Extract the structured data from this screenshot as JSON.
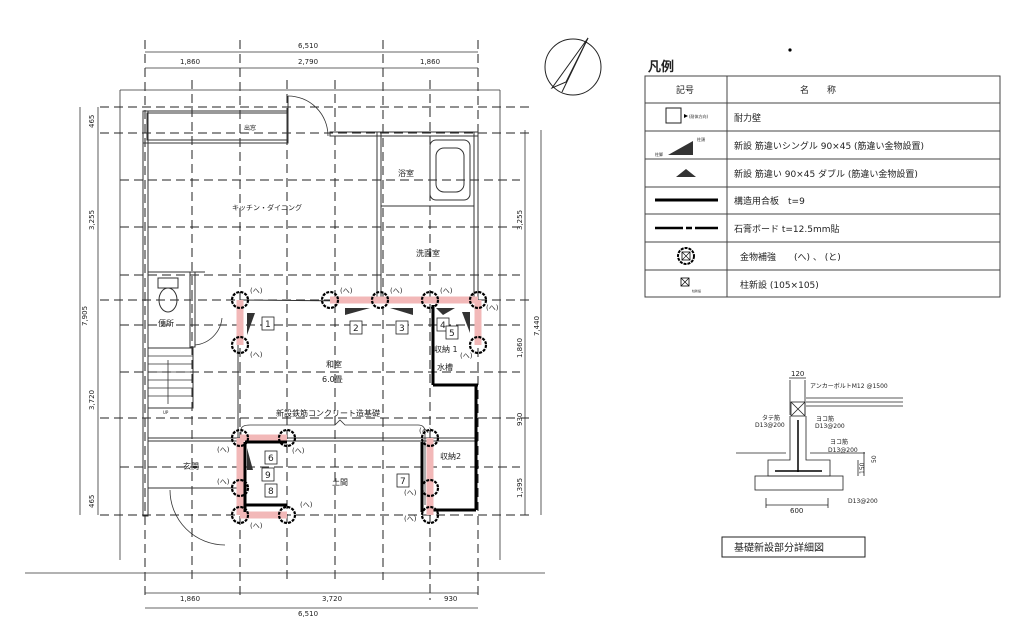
{
  "plan": {
    "dims_top": {
      "total": "6,510",
      "parts": [
        "1,860",
        "2,790",
        "1,860"
      ]
    },
    "dims_bottom": {
      "total": "6,510",
      "parts": [
        "1,860",
        "3,720",
        "930"
      ]
    },
    "dims_left": {
      "total": "7,905",
      "parts": [
        "465",
        "3,255",
        "3,720",
        "465"
      ]
    },
    "dims_right": {
      "total": "7,440",
      "parts": [
        "3,255",
        "1,860",
        "930",
        "1,395"
      ]
    },
    "rooms": {
      "bay_window": "出窓",
      "bath": "浴室",
      "kitchen": "キッチン・ダイニング",
      "washroom": "洗面室",
      "toilet": "便所",
      "washitsu": "和室",
      "washitsu_size": "6.0畳",
      "storage1": "収納 1",
      "tank": "水槽",
      "foundation_note": "新設鉄筋コンクリート造基礎",
      "entrance": "玄関",
      "doma": "土間",
      "storage2": "収納2",
      "stair_up": "UP"
    },
    "hardware_label": "(へ)",
    "wall_numbers": [
      "1",
      "2",
      "3",
      "4",
      "5",
      "6",
      "7",
      "8",
      "9"
    ]
  },
  "legend": {
    "title": "凡例",
    "header_symbol": "記号",
    "header_name": "名　　称",
    "rows": [
      {
        "symbol_note": "(耐体方向)",
        "name": "耐力壁"
      },
      {
        "symbol_note_top": "柱頭",
        "symbol_note_bottom": "柱脚",
        "name": "新設 筋違いシングル 90×45 (筋違い金物設置)"
      },
      {
        "name": "新設 筋違い 90×45 ダブル (筋違い金物設置)"
      },
      {
        "name": "構造用合板　t=9"
      },
      {
        "name": "石膏ボード t=12.5mm貼"
      },
      {
        "name": "金物補強　　(へ) 、 (と)"
      },
      {
        "symbol_note": "柱新設",
        "name": "柱新設 (105×105)"
      }
    ]
  },
  "detail": {
    "caption": "基礎新設部分詳細図",
    "width_top": "120",
    "anchor_bolt": "アンカーボルトM12 @1500",
    "vertical_rebar": "タテ筋",
    "vertical_rebar_spec": "D13@200",
    "horizontal_rebar1": "ヨコ筋",
    "horizontal_rebar1_spec": "D13@200",
    "horizontal_rebar2": "ヨコ筋",
    "horizontal_rebar2_spec": "D13@200",
    "bottom_rebar_spec": "D13@200",
    "dim_50": "50",
    "dim_150": "150",
    "width_bottom": "600"
  }
}
